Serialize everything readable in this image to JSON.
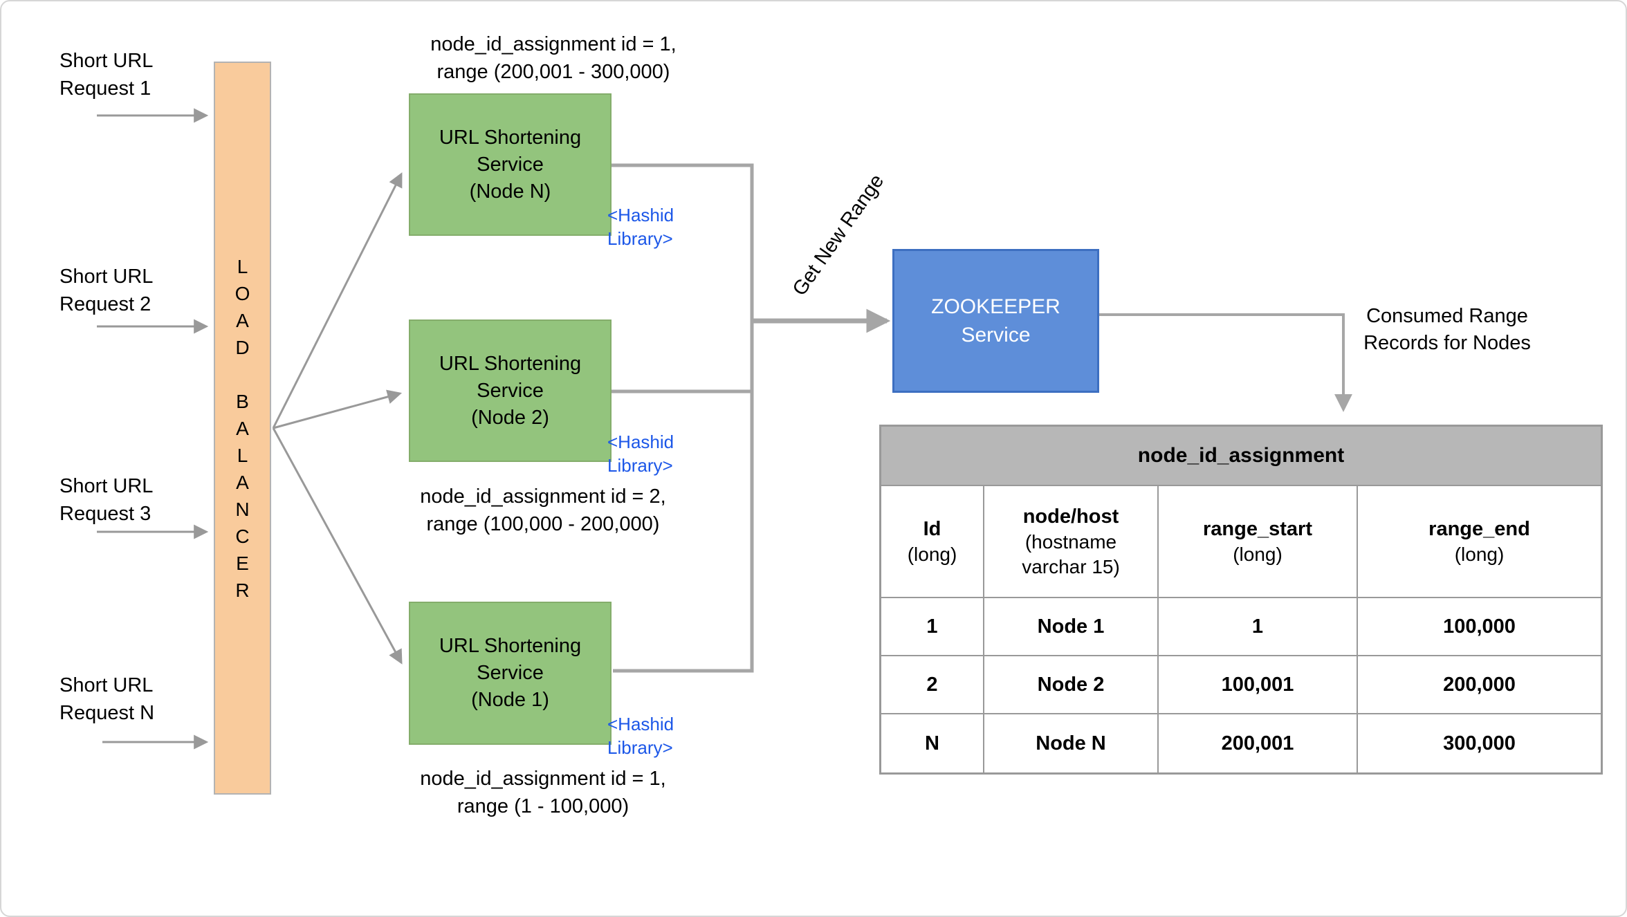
{
  "requests": [
    {
      "label": "Short URL\nRequest 1"
    },
    {
      "label": "Short URL\nRequest 2"
    },
    {
      "label": "Short URL\nRequest 3"
    },
    {
      "label": "Short URL\nRequest N"
    }
  ],
  "load_balancer": {
    "label": "L\nO\nA\nD\n\nB\nA\nL\nA\nN\nC\nE\nR"
  },
  "services": [
    {
      "name": "URL Shortening\nService\n(Node N)",
      "annotation": "node_id_assignment id = 1,\nrange (200,001 - 300,000)",
      "library": "<Hashid\nLibrary>"
    },
    {
      "name": "URL Shortening\nService\n(Node 2)",
      "annotation": "node_id_assignment id = 2,\nrange (100,000 - 200,000)",
      "library": "<Hashid\nLibrary>"
    },
    {
      "name": "URL Shortening\nService\n(Node 1)",
      "annotation": "node_id_assignment id = 1,\nrange (1 - 100,000)",
      "library": "<Hashid\nLibrary>"
    }
  ],
  "zookeeper": {
    "label": "ZOOKEEPER\nService"
  },
  "edges": {
    "get_new_range": "Get New Range",
    "consumed": "Consumed Range\nRecords for Nodes"
  },
  "table": {
    "title": "node_id_assignment",
    "columns": [
      {
        "name": "Id",
        "type": "(long)"
      },
      {
        "name": "node/host",
        "type": "(hostname\nvarchar 15)"
      },
      {
        "name": "range_start",
        "type": "(long)"
      },
      {
        "name": "range_end",
        "type": "(long)"
      }
    ],
    "rows": [
      [
        "1",
        "Node 1",
        "1",
        "100,000"
      ],
      [
        "2",
        "Node 2",
        "100,001",
        "200,000"
      ],
      [
        "N",
        "Node N",
        "200,001",
        "300,000"
      ]
    ]
  },
  "colors": {
    "load_balancer_fill": "#f9cb9c",
    "service_fill": "#93c47d",
    "zookeeper_fill": "#5e8ed9",
    "red_dot": "#df0f0f",
    "library_text": "#1c57e8",
    "table_header_fill": "#b7b7b7",
    "arrow_gray": "#a6a6a6"
  }
}
